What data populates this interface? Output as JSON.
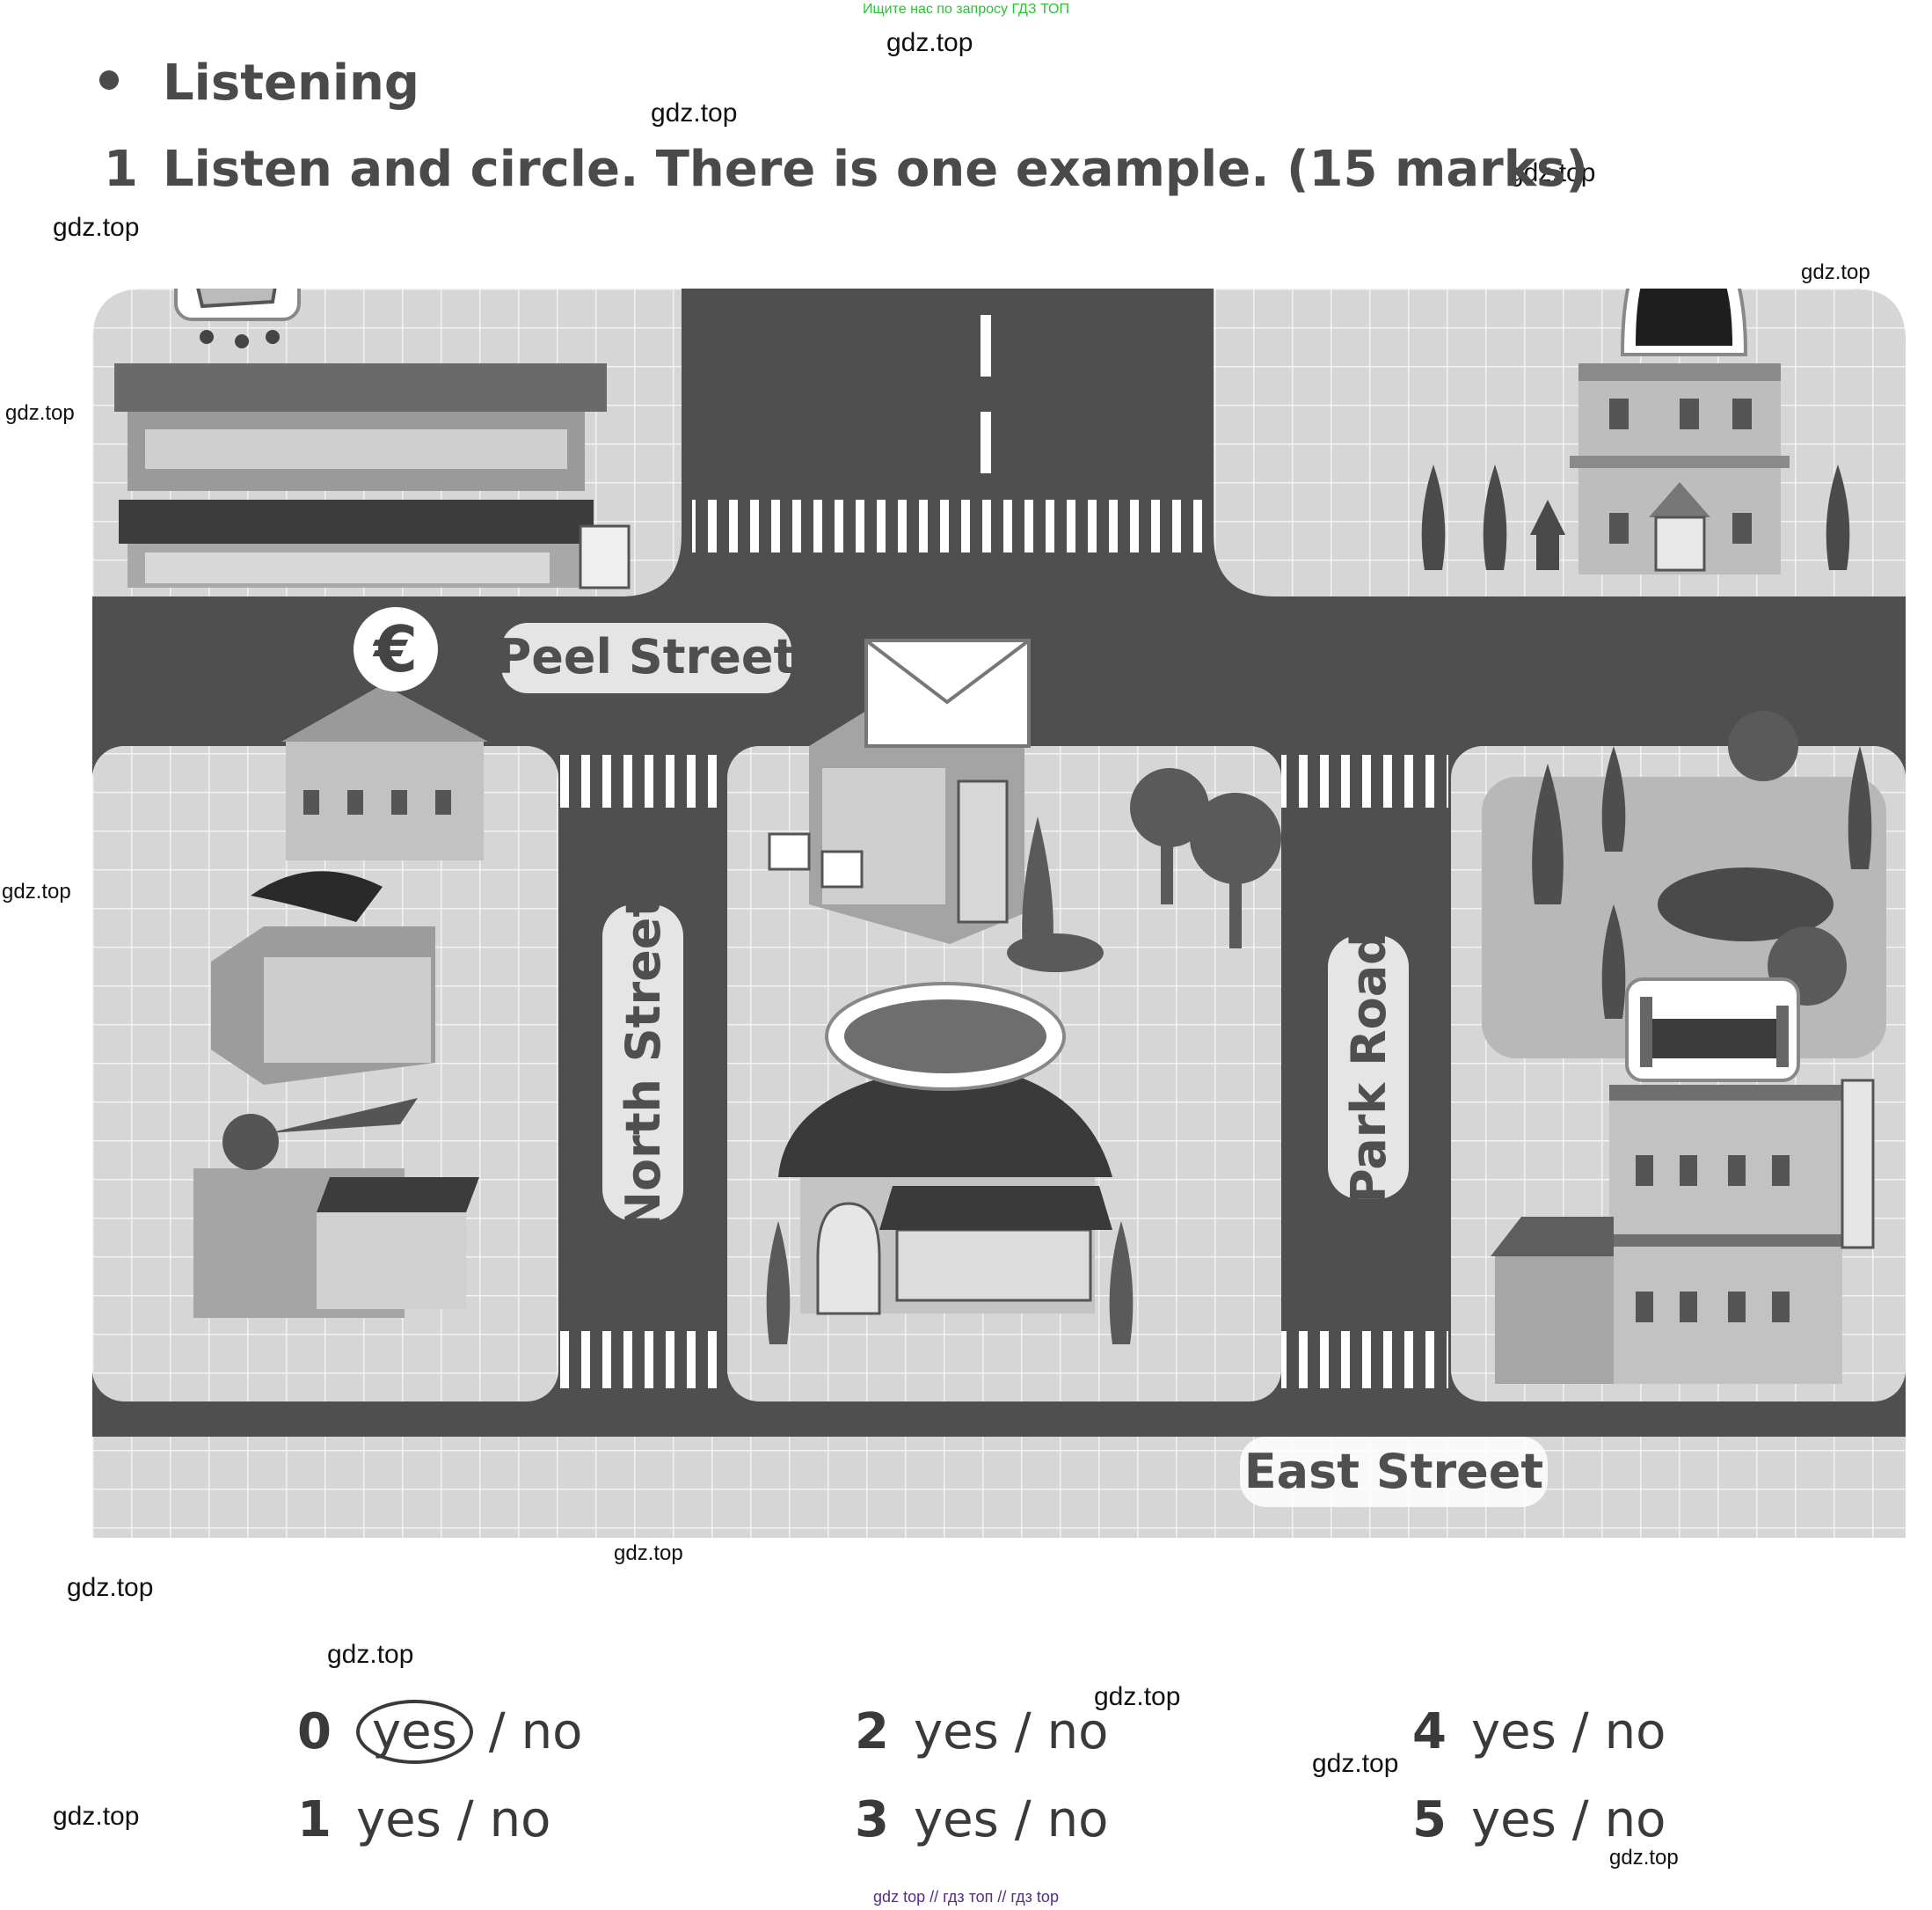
{
  "banners": {
    "top": "Ищите нас по запросу ГДЗ ТОП",
    "bottom": "gdz top  //  гдз топ  //  гдз top"
  },
  "watermark_text": "gdz.top",
  "section": "Listening",
  "task": {
    "number": "1",
    "instruction": "Listen and circle. There is one example. (15 marks)"
  },
  "map": {
    "streets": {
      "peel": "Peel Street",
      "north": "North Street",
      "park": "Park Road",
      "east": "East Street"
    }
  },
  "answers": [
    {
      "number": "0",
      "yes": "yes",
      "no": "no",
      "separator": "/",
      "circled": "yes"
    },
    {
      "number": "1",
      "yes": "yes",
      "no": "no",
      "separator": "/",
      "circled": ""
    },
    {
      "number": "2",
      "yes": "yes",
      "no": "no",
      "separator": "/",
      "circled": ""
    },
    {
      "number": "3",
      "yes": "yes",
      "no": "no",
      "separator": "/",
      "circled": ""
    },
    {
      "number": "4",
      "yes": "yes",
      "no": "no",
      "separator": "/",
      "circled": ""
    },
    {
      "number": "5",
      "yes": "yes",
      "no": "no",
      "separator": "/",
      "circled": ""
    }
  ]
}
